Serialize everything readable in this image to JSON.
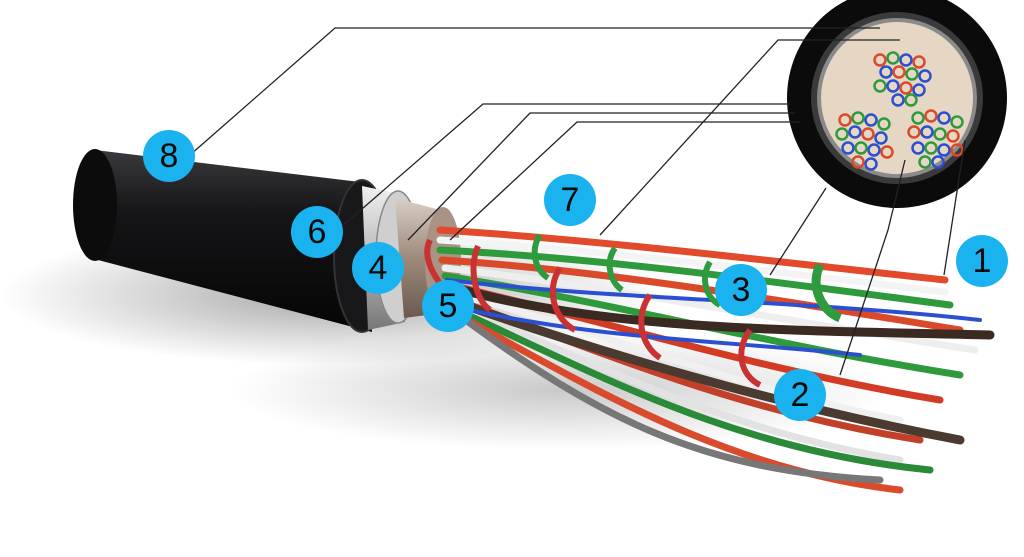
{
  "badges": [
    {
      "id": "1",
      "label": "1"
    },
    {
      "id": "2",
      "label": "2"
    },
    {
      "id": "3",
      "label": "3"
    },
    {
      "id": "4",
      "label": "4"
    },
    {
      "id": "5",
      "label": "5"
    },
    {
      "id": "6",
      "label": "6"
    },
    {
      "id": "7",
      "label": "7"
    },
    {
      "id": "8",
      "label": "8"
    }
  ],
  "colors": {
    "badge_fill": "#1ab3f0",
    "jacket": "#0e0e10",
    "foil": "#b7a79c",
    "filler": "#e6d7c5",
    "conductor_red": "#d94a2a",
    "conductor_white": "#f2f2f2",
    "conductor_green": "#2f9a3c",
    "conductor_blue": "#2a4fd0",
    "binder_tape_red": "#c83232",
    "binder_tape_green": "#2e9b3e",
    "leader_line": "#222222"
  }
}
